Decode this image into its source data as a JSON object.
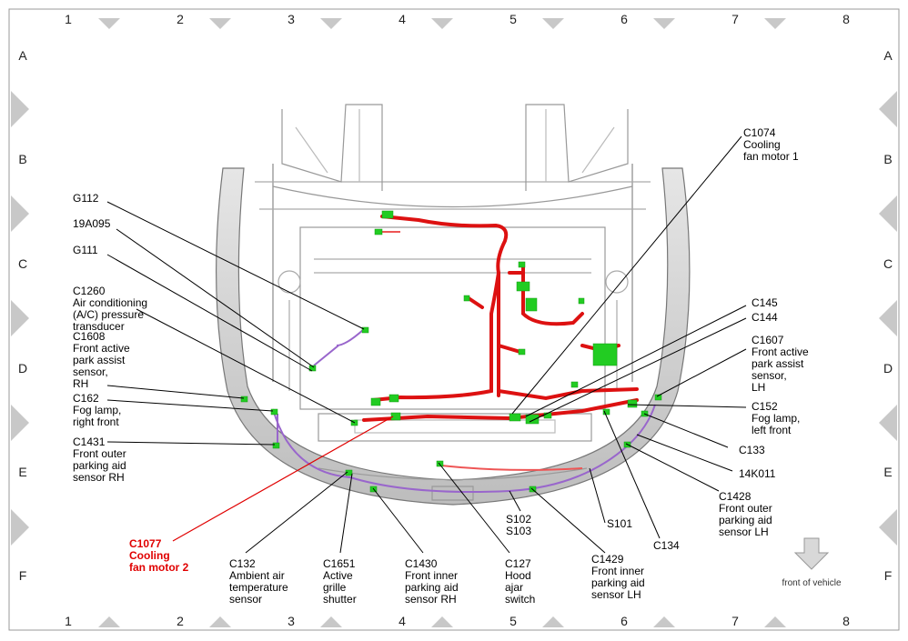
{
  "grid": {
    "columns": [
      "1",
      "2",
      "3",
      "4",
      "5",
      "6",
      "7",
      "8"
    ],
    "rows": [
      "A",
      "B",
      "C",
      "D",
      "E",
      "F"
    ]
  },
  "callouts": [
    {
      "id": "c1074",
      "lines": [
        "C1074",
        "Cooling",
        "fan motor 1"
      ]
    },
    {
      "id": "g112",
      "lines": [
        "G112"
      ]
    },
    {
      "id": "19a095",
      "lines": [
        "19A095"
      ]
    },
    {
      "id": "g111",
      "lines": [
        "G111"
      ]
    },
    {
      "id": "c1260",
      "lines": [
        "C1260",
        "Air conditioning",
        "(A/C) pressure",
        "transducer"
      ]
    },
    {
      "id": "c1608",
      "lines": [
        "C1608",
        "Front active",
        "park assist",
        "sensor,",
        "RH"
      ]
    },
    {
      "id": "c162",
      "lines": [
        "C162",
        "Fog lamp,",
        "right front"
      ]
    },
    {
      "id": "c1431",
      "lines": [
        "C1431",
        "Front outer",
        "parking aid",
        "sensor RH"
      ]
    },
    {
      "id": "c1077",
      "lines": [
        "C1077",
        "Cooling",
        "fan motor 2"
      ]
    },
    {
      "id": "c132",
      "lines": [
        "C132",
        "Ambient air",
        "temperature",
        "sensor"
      ]
    },
    {
      "id": "c1651",
      "lines": [
        "C1651",
        "Active",
        "grille",
        "shutter"
      ]
    },
    {
      "id": "c1430",
      "lines": [
        "C1430",
        "Front inner",
        "parking aid",
        "sensor RH"
      ]
    },
    {
      "id": "c127",
      "lines": [
        "C127",
        "Hood",
        "ajar",
        "switch"
      ]
    },
    {
      "id": "s102",
      "lines": [
        "S102",
        "S103"
      ]
    },
    {
      "id": "c1429",
      "lines": [
        "C1429",
        "Front inner",
        "parking aid",
        "sensor LH"
      ]
    },
    {
      "id": "s101",
      "lines": [
        "S101"
      ]
    },
    {
      "id": "c134",
      "lines": [
        "C134"
      ]
    },
    {
      "id": "c1428",
      "lines": [
        "C1428",
        "Front outer",
        "parking aid",
        "sensor LH"
      ]
    },
    {
      "id": "14k011",
      "lines": [
        "14K011"
      ]
    },
    {
      "id": "c133",
      "lines": [
        "C133"
      ]
    },
    {
      "id": "c152",
      "lines": [
        "C152",
        "Fog lamp,",
        "left front"
      ]
    },
    {
      "id": "c1607",
      "lines": [
        "C1607",
        "Front active",
        "park assist",
        "sensor,",
        "LH"
      ]
    },
    {
      "id": "c145",
      "lines": [
        "C145"
      ]
    },
    {
      "id": "c144",
      "lines": [
        "C144"
      ]
    }
  ],
  "footer": {
    "front_label": "front of vehicle"
  },
  "colors": {
    "harness": "#dd1111",
    "purple_harness": "#9966cc",
    "connector": "#22cc22",
    "highlight": "#e00000"
  }
}
